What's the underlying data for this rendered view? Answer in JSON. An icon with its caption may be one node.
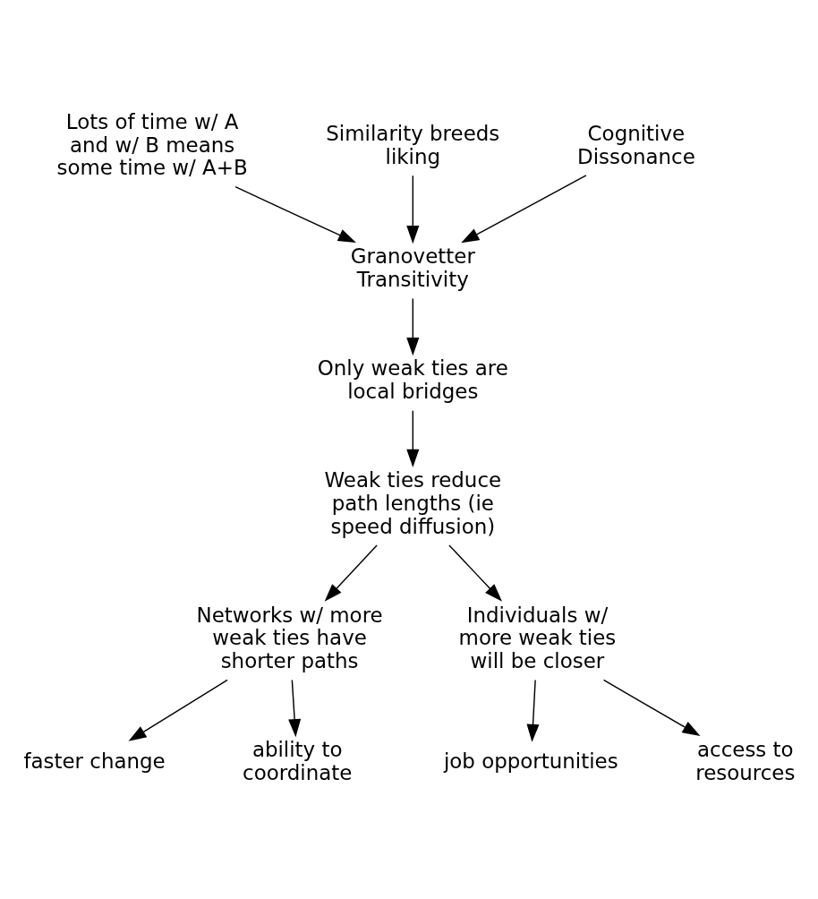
{
  "diagram": {
    "nodes": [
      {
        "text": [
          "Lots of time w/ A and w/ B means some time w/ A+B"
        ]
      },
      {
        "text": [
          "Similarity breeds liking"
        ]
      },
      {
        "text": [
          "Cognitive Dissonance"
        ]
      },
      {
        "text": [
          "Granovetter Transitivity"
        ]
      },
      {
        "text": [
          "Only weak ties are local bridges"
        ]
      },
      {
        "text": [
          "Weak ties reduce path lengths (ie speed diffusion)"
        ]
      },
      {
        "text": [
          "Networks w/ more weak ties have shorter paths"
        ]
      },
      {
        "text": [
          "Individuals w/ more weak ties will be closer"
        ]
      },
      {
        "text": [
          "faster change"
        ]
      },
      {
        "text": [
          "ability to coordinate"
        ]
      },
      {
        "text": [
          "job opportunities"
        ]
      },
      {
        "text": [
          "access to resources"
        ]
      }
    ],
    "edges": [
      {
        "from": 0,
        "to": 3,
        "arrow": "to"
      },
      {
        "from": 1,
        "to": 3,
        "arrow": "to"
      },
      {
        "from": 2,
        "to": 3,
        "arrow": "to"
      },
      {
        "from": 3,
        "to": 4,
        "arrow": "to"
      },
      {
        "from": 4,
        "to": 5,
        "arrow": "to"
      },
      {
        "from": 5,
        "to": 6,
        "arrow": "to"
      },
      {
        "from": 5,
        "to": 7,
        "arrow": "to"
      },
      {
        "from": 6,
        "to": 8,
        "arrow": "to"
      },
      {
        "from": 6,
        "to": 9,
        "arrow": "to"
      },
      {
        "from": 7,
        "to": 10,
        "arrow": "to"
      },
      {
        "from": 7,
        "to": 11,
        "arrow": "to"
      }
    ]
  }
}
